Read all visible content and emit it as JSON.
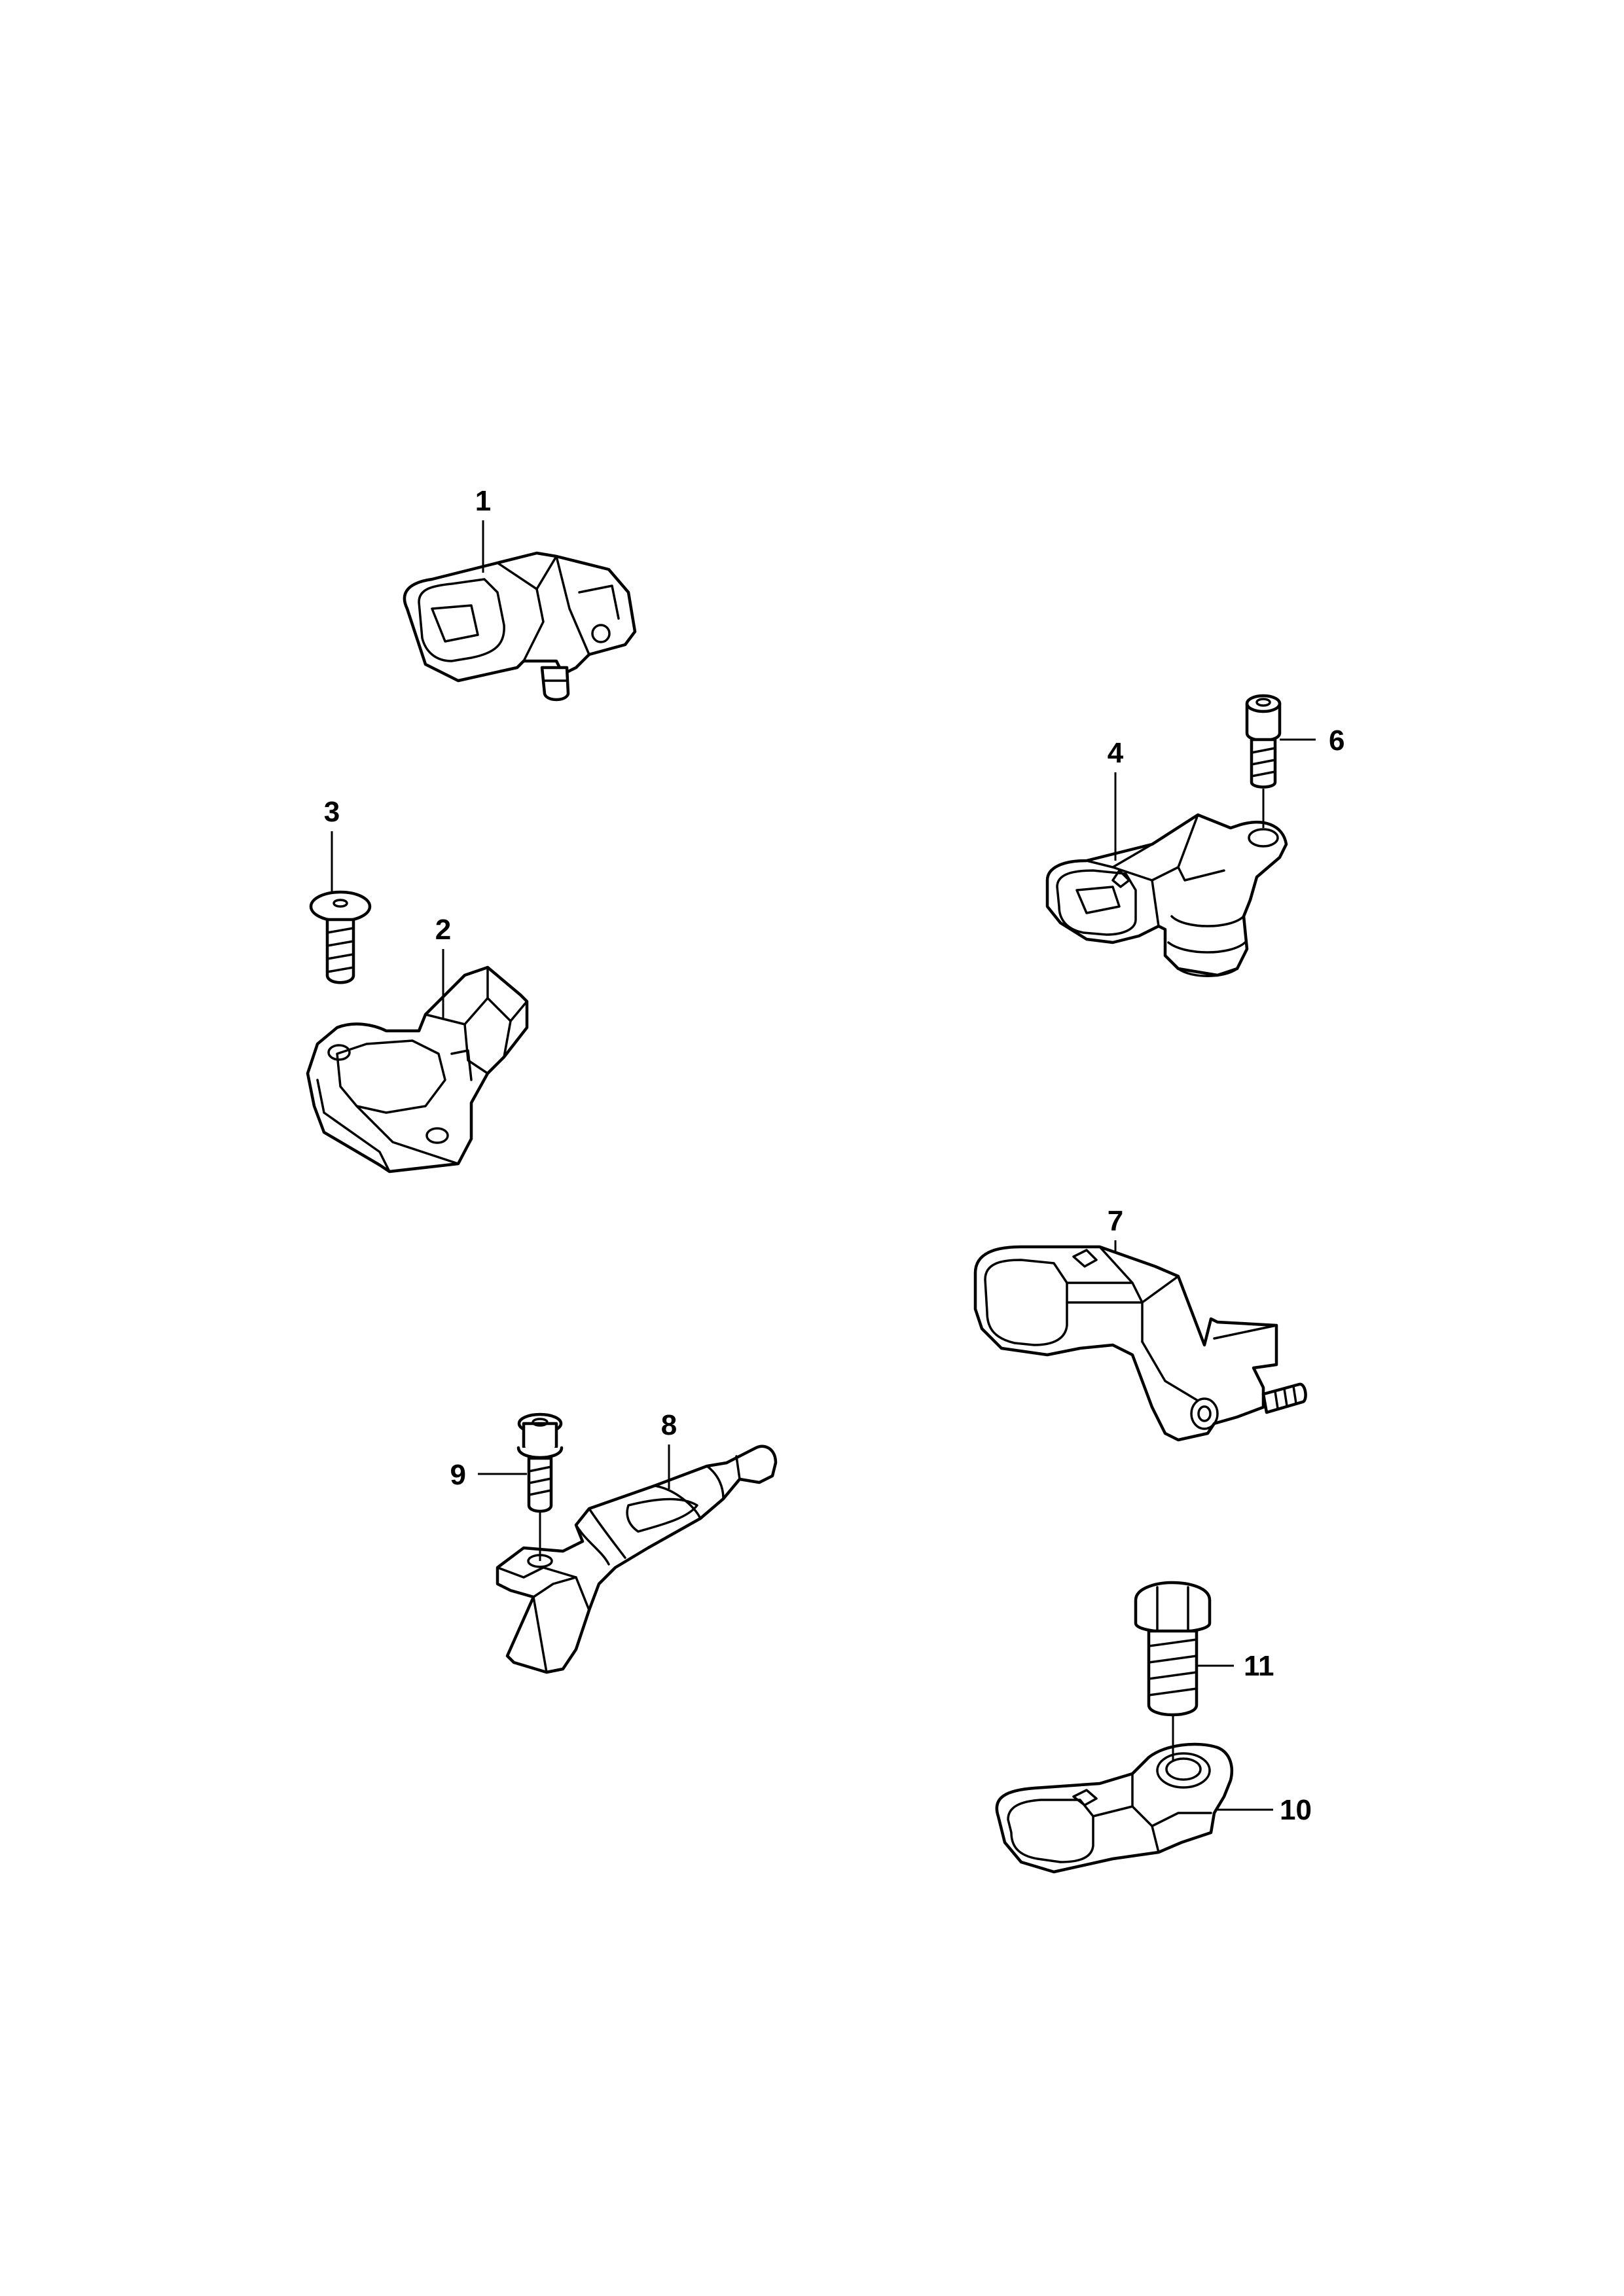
{
  "callouts": {
    "c1": "1",
    "c2": "2",
    "c3": "3",
    "c4": "4",
    "c6": "6",
    "c7": "7",
    "c8": "8",
    "c9": "9",
    "c10": "10",
    "c11": "11"
  },
  "colors": {
    "line": "#000000",
    "background": "#ffffff"
  }
}
